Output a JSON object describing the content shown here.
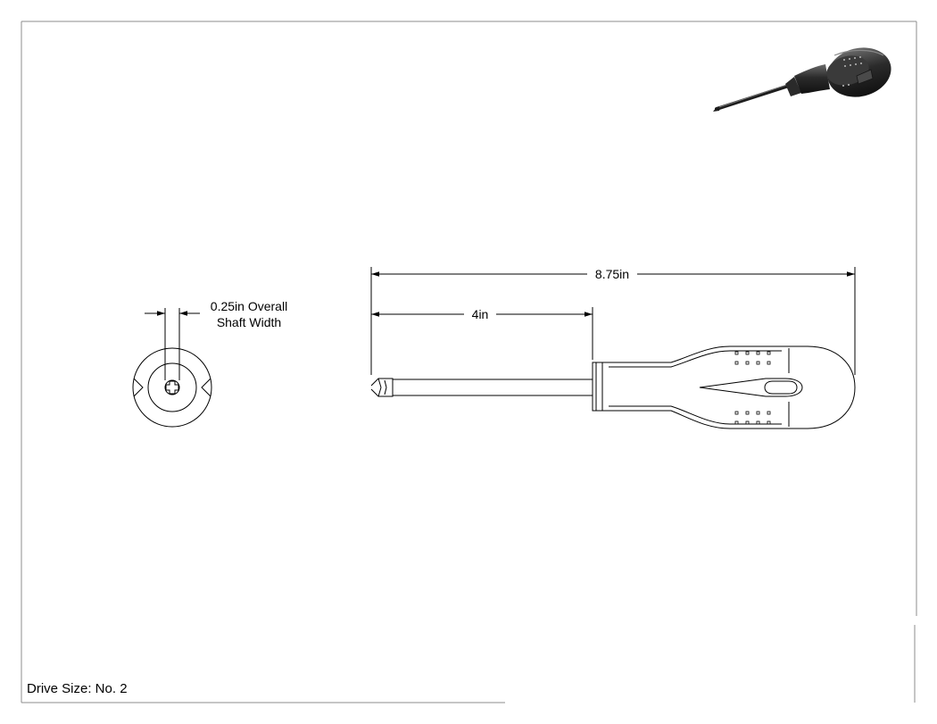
{
  "dimensions": {
    "overall_length": "8.75in",
    "shaft_length": "4in",
    "shaft_width_line1": "0.25in Overall",
    "shaft_width_line2": "Shaft Width"
  },
  "notes": {
    "drive_size": "Drive Size: No. 2"
  },
  "colors": {
    "line": "#000000",
    "frame": "#8c8c8c",
    "render_dark": "#2a2a2a"
  }
}
